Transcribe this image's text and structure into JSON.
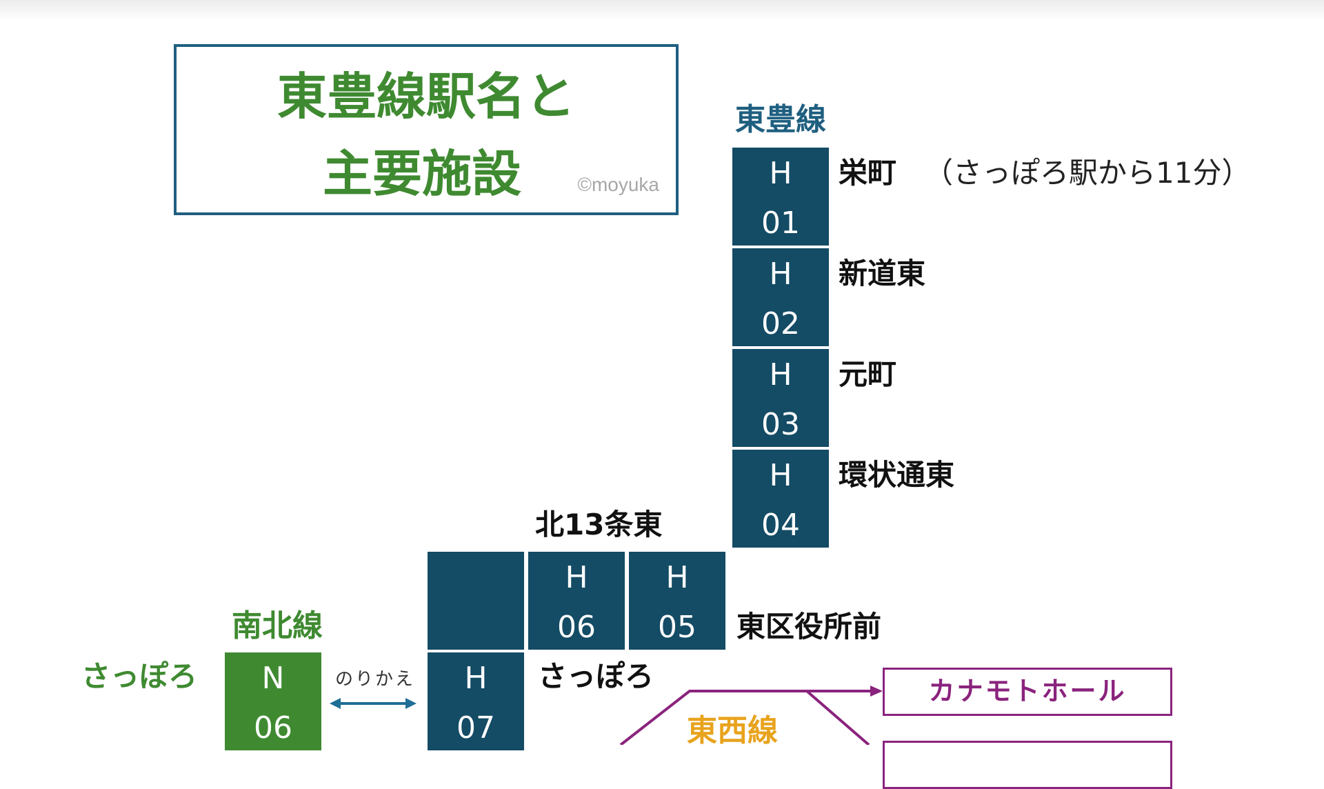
{
  "title": {
    "line1": "東豊線駅名と",
    "line2": "主要施設",
    "credit": "©moyuka"
  },
  "lines": {
    "toho": {
      "label": "東豊線",
      "color": "#144b65"
    },
    "namboku": {
      "label": "南北線",
      "color": "#3f8a31"
    },
    "tozai": {
      "label": "東西線",
      "color": "#e8a31d"
    }
  },
  "colors": {
    "facility": "#8a237d",
    "arrow": "#1f6f96"
  },
  "stations": [
    {
      "code": "H",
      "number": "01",
      "name": "栄町",
      "note": "（さっぽろ駅から11分）"
    },
    {
      "code": "H",
      "number": "02",
      "name": "新道東"
    },
    {
      "code": "H",
      "number": "03",
      "name": "元町"
    },
    {
      "code": "H",
      "number": "04",
      "name": "環状通東"
    },
    {
      "code": "H",
      "number": "05",
      "name": "東区役所前"
    },
    {
      "code": "H",
      "number": "06",
      "name": "北13条東"
    },
    {
      "code": "H",
      "number": "07",
      "name": "さっぽろ"
    }
  ],
  "transfer": {
    "label": "のりかえ",
    "station": {
      "code": "N",
      "number": "06",
      "name": "さっぽろ"
    }
  },
  "facilities": [
    {
      "name": "カナモトホール"
    },
    {
      "name": ""
    }
  ]
}
